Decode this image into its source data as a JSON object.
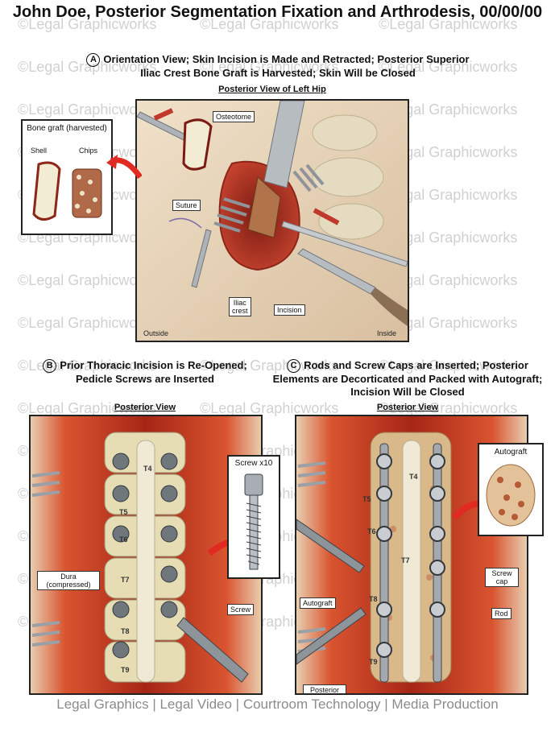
{
  "title": "John Doe, Posterior Segmentation Fixation and Arthrodesis, 00/00/00",
  "section_a": {
    "letter": "A",
    "caption": "Orientation View; Skin Incision is Made and Retracted; Posterior Superior Iliac Crest Bone Graft is Harvested; Skin Will be Closed",
    "subtitle": "Posterior View of Left Hip",
    "labels": {
      "osteotome": "Osteotome",
      "suture": "Suture",
      "iliac": "Iliac",
      "crest": "crest",
      "incision": "Incision",
      "outside": "Outside",
      "inside": "Inside"
    },
    "inset": {
      "title": "Bone graft (harvested)",
      "shell": "Shell",
      "chips": "Chips"
    }
  },
  "section_b": {
    "letter": "B",
    "caption": "Prior Thoracic Incision is Re-Opened; Pedicle Screws are Inserted",
    "subtitle": "Posterior View",
    "vertebrae": [
      "T4",
      "T5",
      "T6",
      "T7",
      "T8",
      "T9"
    ],
    "labels": {
      "dura": "Dura (compressed)",
      "screw": "Screw"
    },
    "inset": {
      "title": "Screw x10"
    }
  },
  "section_c": {
    "letter": "C",
    "caption": "Rods and Screw Caps are Inserted; Posterior Elements are Decorticated and Packed with Autograft; Incision Will be Closed",
    "subtitle": "Posterior View",
    "vertebrae": [
      "T4",
      "T5",
      "T6",
      "T7",
      "T8",
      "T9"
    ],
    "labels": {
      "screw_cap": "Screw cap",
      "rod": "Rod",
      "autograft": "Autograft",
      "posterior_elements": "Posterior elements"
    },
    "inset": {
      "title": "Autograft"
    }
  },
  "watermark": "©Legal Graphicworks",
  "footer": "Legal Graphics | Legal Video | Courtroom Technology | Media Production",
  "colors": {
    "tissue": "#c23a2a",
    "skin": "#e8d3b8",
    "bone": "#e7dfb8",
    "metal": "#9aa0a6"
  }
}
